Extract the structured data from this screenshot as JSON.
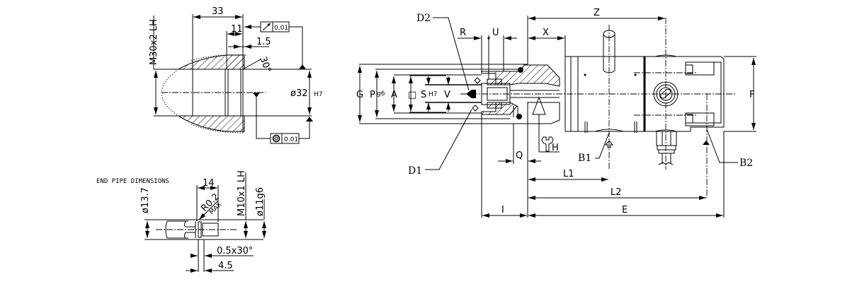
{
  "colors": {
    "ink": "#000000",
    "paper": "#ffffff"
  },
  "detail_view": {
    "thread_label": "M30x2 LH",
    "length_33": "33",
    "length_11": "11",
    "length_1_5": "1.5",
    "chamfer_angle": "30°",
    "bore_diameter": "ø32",
    "bore_tolerance": "H7",
    "runout_tolerance": {
      "symbol": "circular-runout-icon",
      "value": "0.01"
    },
    "concentricity_tolerance": {
      "symbol": "concentricity-icon",
      "value": "0.01"
    }
  },
  "end_pipe": {
    "title": "END PIPE DIMENSIONS",
    "diameter_left": "ø13.7",
    "length_14": "14",
    "radius_label": "R0.2",
    "radius_max": "MAX",
    "thread_label": "M10x1 LH",
    "diameter_right": "ø11g6",
    "chamfer_label": "0.5x30°",
    "length_4_5": "4.5"
  },
  "main_view": {
    "left_dims": {
      "G": "G",
      "P": "P",
      "P_tol": "g6",
      "A": "A",
      "square": "□",
      "S": "S",
      "S_tol": "H7",
      "V": "V"
    },
    "top_dims": {
      "R": "R",
      "U": "U",
      "X": "X",
      "Z": "Z"
    },
    "callouts": {
      "D1": "D1",
      "D2": "D2",
      "B1": "B1",
      "B2": "B2",
      "H": "H"
    },
    "right_dims": {
      "F": "F"
    },
    "bottom_dims": {
      "Q": "Q",
      "L1": "L1",
      "L2": "L2",
      "I": "I",
      "E": "E"
    }
  }
}
